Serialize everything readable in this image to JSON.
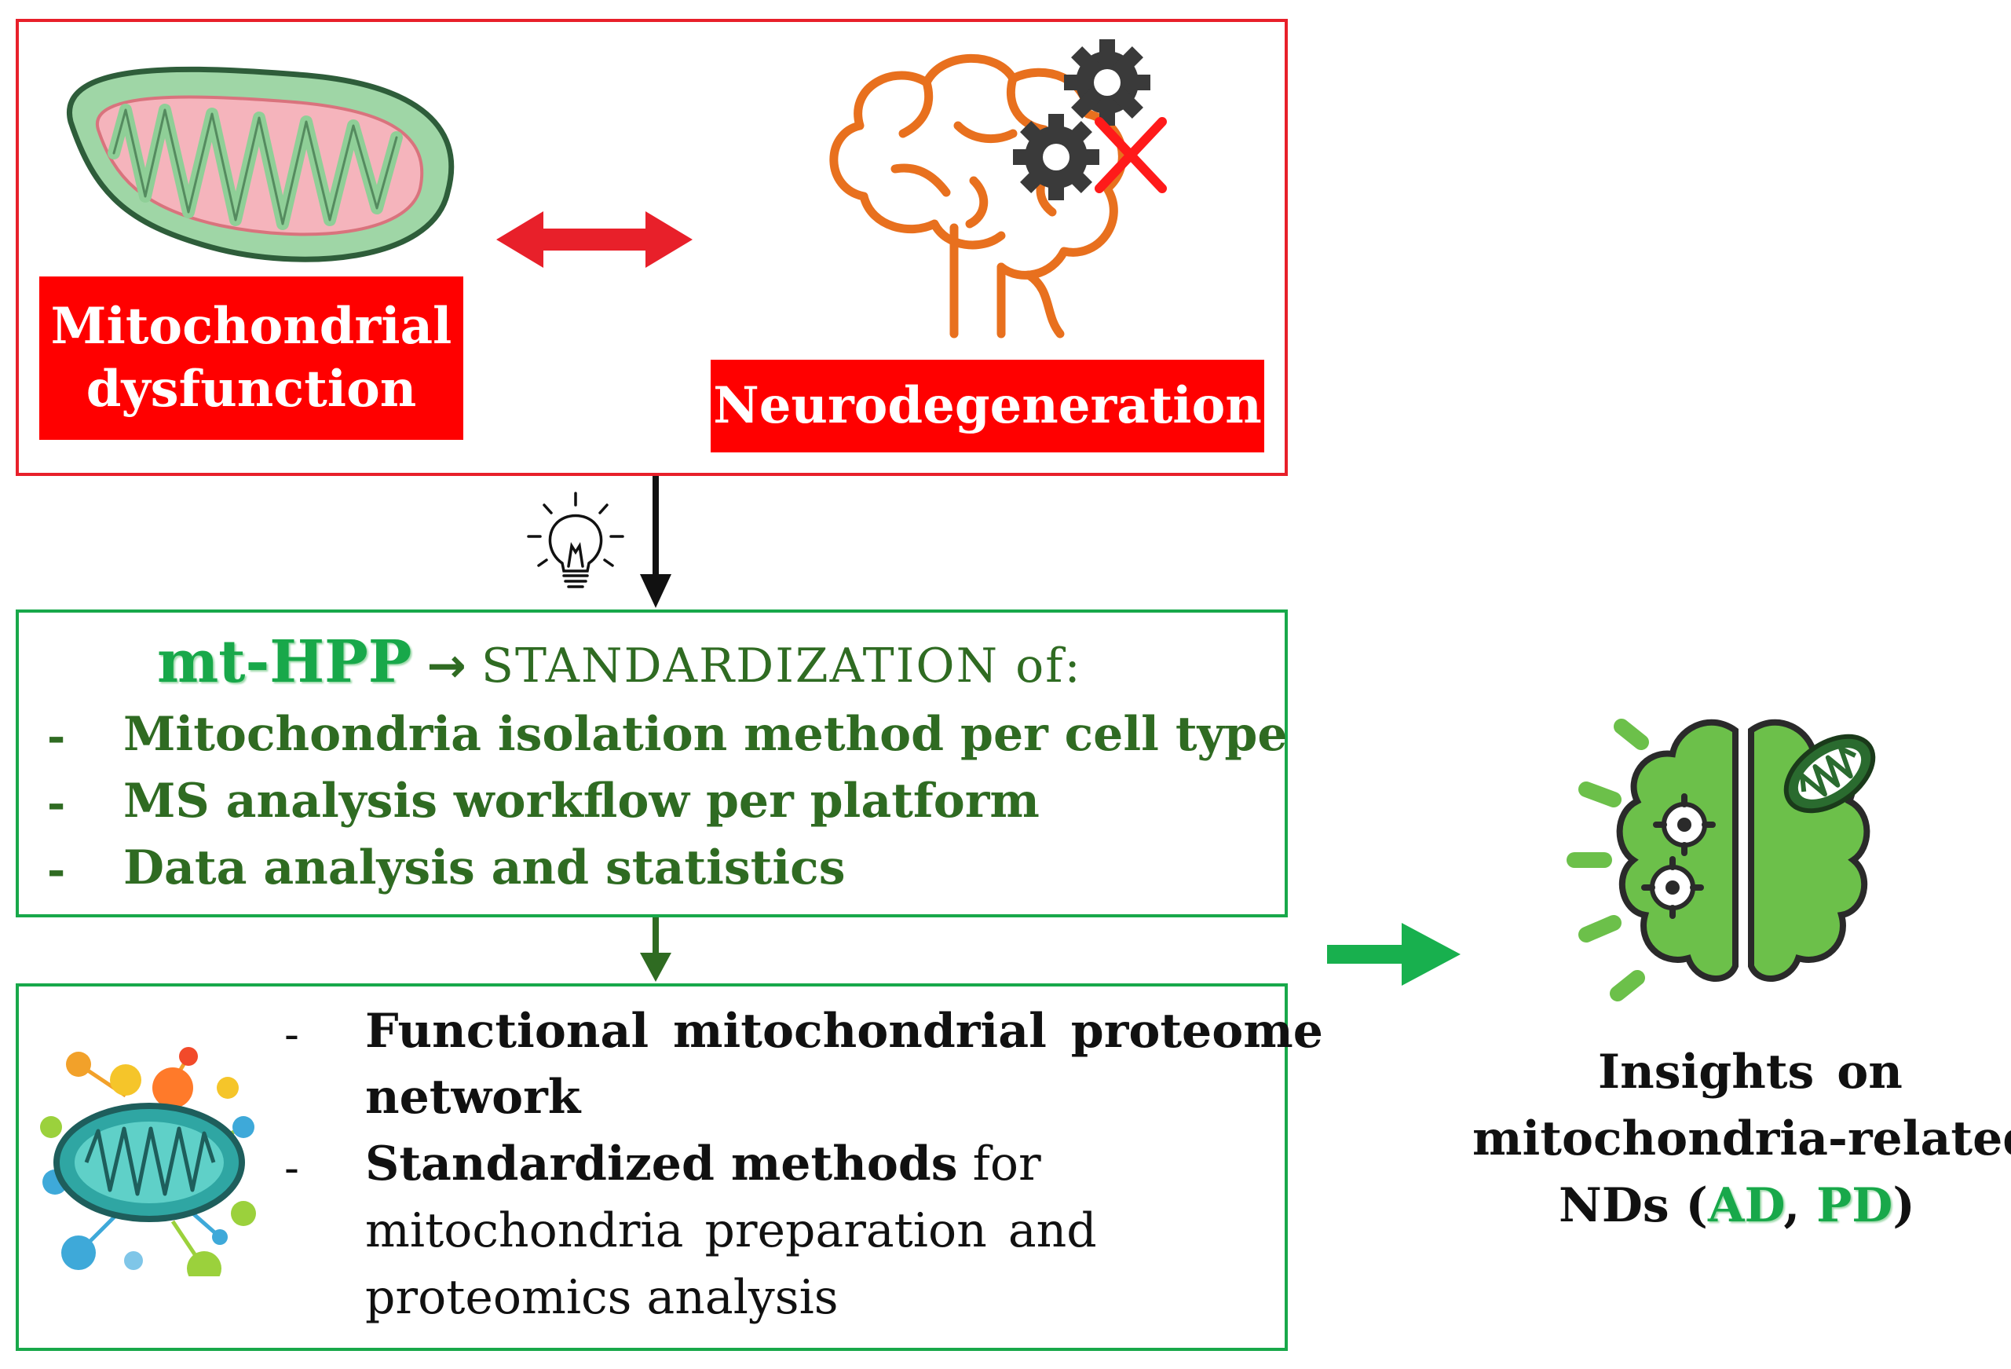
{
  "top": {
    "mito_label_1": "Mitochondrial",
    "mito_label_2": "dysfunction",
    "neuro_label": "Neurodegeneration"
  },
  "middle": {
    "title_main": "mt-HPP",
    "title_arrow": "→",
    "title_rest": "STANDARDIZATION of:",
    "items": [
      "Mitochondria isolation method per cell type",
      "MS analysis workflow per platform",
      "Data analysis and statistics"
    ],
    "dash": "-"
  },
  "bottom": {
    "item1_line1": "Functional mitochondrial proteome",
    "item1_line2": "network",
    "item2_bold": "Standardized methods",
    "item2_rest": " for",
    "item2_line2": "mitochondria preparation and",
    "item2_line3": "proteomics analysis",
    "dash": "-"
  },
  "right": {
    "line1": "Insights on",
    "line2": "mitochondria-related",
    "line3_pre": "NDs (",
    "ad": "AD",
    "comma": ", ",
    "pd": "PD",
    "line3_post": ")"
  },
  "colors": {
    "red": "#ff0000",
    "green_frame": "#18a84a",
    "green_text": "#2f6b22",
    "brain_orange": "#e8701e",
    "brain_green": "#6cc04a"
  }
}
